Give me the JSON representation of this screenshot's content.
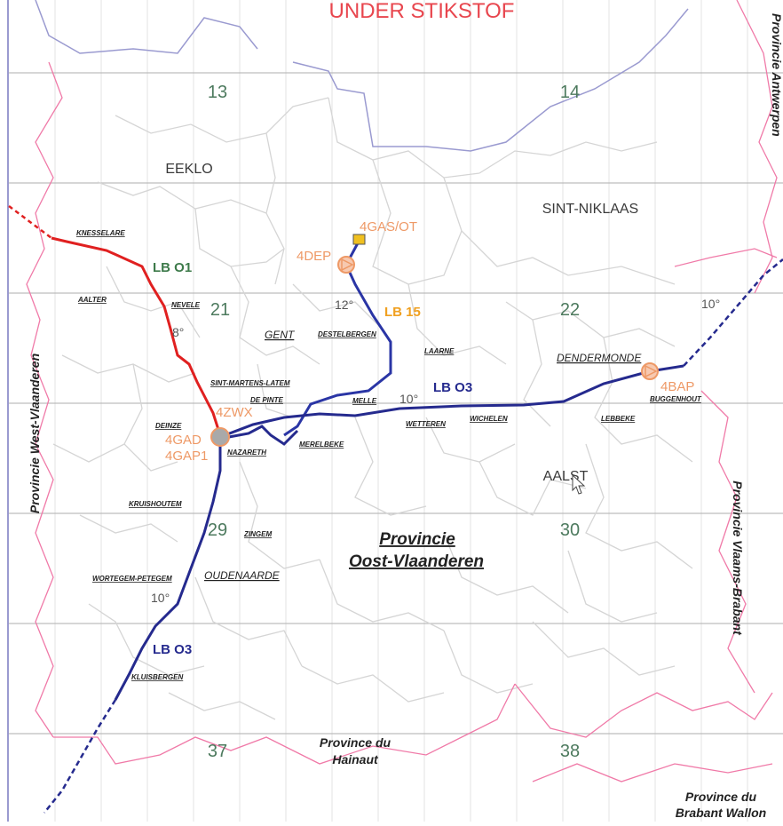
{
  "map": {
    "title": "UNDER STIKSTOF",
    "colors": {
      "grid": "#bfbfbf",
      "minor_grid": "#e3e3e3",
      "province_border": "#f07aa8",
      "commune_border": "#d5d5d5",
      "country_border": "#9a9ad0",
      "lb01": "#e02020",
      "lb03": "#252a8e",
      "lb15": "#2a35a5",
      "lb15_label": "#f0a020",
      "lb01_label": "#3d7a4a",
      "lb03_label": "#252a8e",
      "station": "#ee9966",
      "grid_number": "#4d7a5e"
    },
    "grid_numbers": [
      "13",
      "14",
      "21",
      "22",
      "29",
      "30",
      "37",
      "38"
    ],
    "cities": [
      "EEKLO",
      "SINT-NIKLAAS",
      "AALST"
    ],
    "towns": {
      "knesselare": "KNESSELARE",
      "aalter": "AALTER",
      "nevele": "NEVELE",
      "destelbergen": "DESTELBERGEN",
      "laarne": "LAARNE",
      "sint_martens_latem": "SINT-MARTENS-LATEM",
      "de_pinte": "DE PINTE",
      "melle": "MELLE",
      "wetteren": "WETTEREN",
      "wichelen": "WICHELEN",
      "lebbeke": "LEBBEKE",
      "buggenhout": "BUGGENHOUT",
      "deinze": "DEINZE",
      "nazareth": "NAZARETH",
      "merelbeke": "MERELBEKE",
      "kruishoutem": "KRUISHOUTEM",
      "zingem": "ZINGEM",
      "wortegem_petegem": "WORTEGEM-PETEGEM",
      "kluisbergen": "KLUISBERGEN",
      "gent": "GENT",
      "dendermonde": "DENDERMONDE",
      "oudenaarde": "OUDENAARDE"
    },
    "provinces": {
      "main_line1": "Provincie",
      "main_line2": "Oost-Vlaanderen",
      "west": "Provincie West-Vlaanderen",
      "antwerpen": "Provincie Antwerpen",
      "vlaams_brabant": "Provincie Vlaams-Brabant",
      "hainaut_line1": "Province du",
      "hainaut_line2": "Hainaut",
      "brabant_line1": "Province du",
      "brabant_line2": "Brabant Wallon"
    },
    "stations": {
      "gas": "4GAS/OT",
      "dep": "4DEP",
      "zwx": "4ZWX",
      "gad": "4GAD",
      "gap1": "4GAP1",
      "bap": "4BAP"
    },
    "lines": {
      "lb01": "LB O1",
      "lb15": "LB 15",
      "lb03_east": "LB O3",
      "lb03_south": "LB O3"
    },
    "angles": {
      "lb01": "8°",
      "lb15": "12°",
      "lb03_mid": "10°",
      "lb03_east": "10°",
      "lb03_south": "10°"
    }
  }
}
